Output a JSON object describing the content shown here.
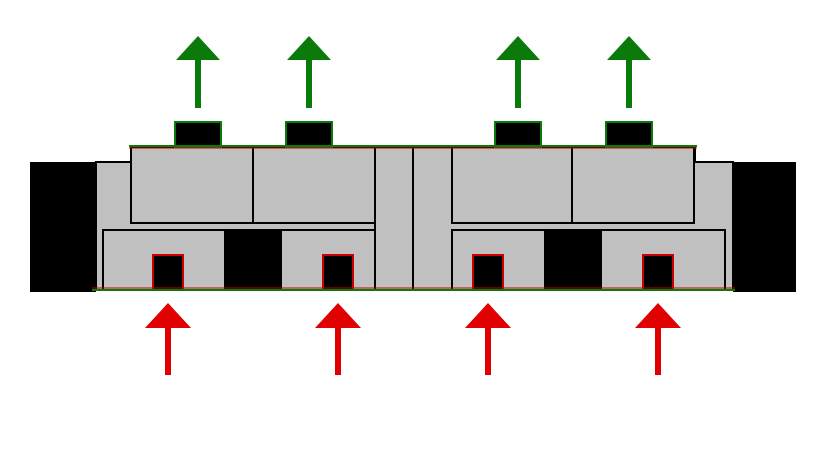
{
  "colors": {
    "background": "#ffffff",
    "housing": "#000000",
    "body": "#c0c0c0",
    "outline": "#000000",
    "output_arrow": "#0a7a0a",
    "input_arrow": "#e00000",
    "top_rail": "#0a7a0a",
    "bottom_rail": "#0a7a0a",
    "port_edge": "#cc0000"
  },
  "diagram": {
    "output_arrow_count": 4,
    "input_arrow_count": 4,
    "top_port_count": 4,
    "bottom_port_count": 4,
    "output_arrow_icon": "arrow-up-icon",
    "input_arrow_icon": "arrow-up-icon"
  }
}
